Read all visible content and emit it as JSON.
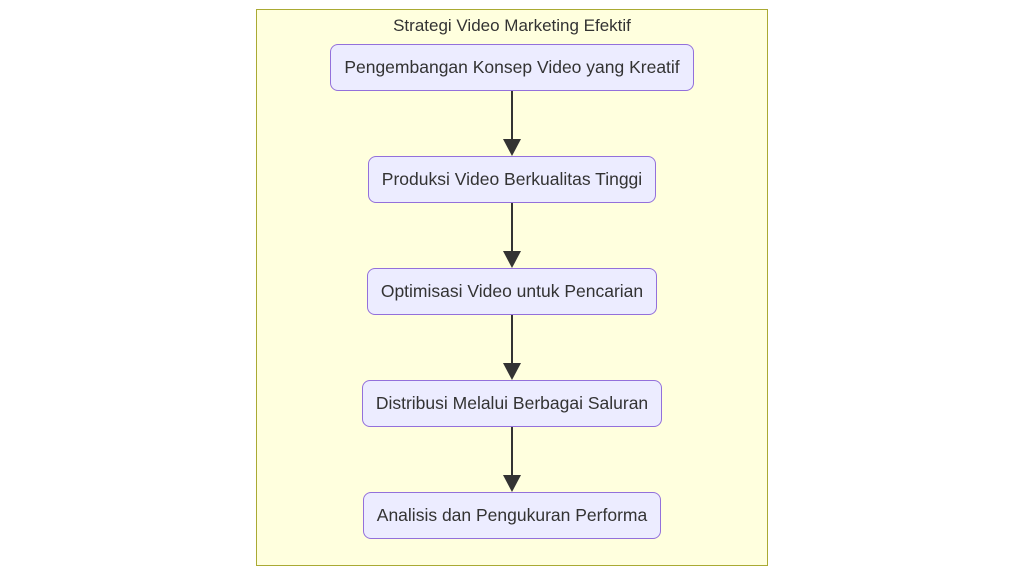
{
  "diagram": {
    "type": "flowchart-top-down",
    "title": "Strategi Video Marketing Efektif",
    "steps": [
      {
        "id": "step-1",
        "label": "Pengembangan Konsep Video yang Kreatif"
      },
      {
        "id": "step-2",
        "label": "Produksi Video Berkualitas Tinggi"
      },
      {
        "id": "step-3",
        "label": "Optimisasi Video untuk Pencarian"
      },
      {
        "id": "step-4",
        "label": "Distribusi Melalui Berbagai Saluran"
      },
      {
        "id": "step-5",
        "label": "Analisis dan Pengukuran Performa"
      }
    ],
    "connections": [
      {
        "from": "step-1",
        "to": "step-2"
      },
      {
        "from": "step-2",
        "to": "step-3"
      },
      {
        "from": "step-3",
        "to": "step-4"
      },
      {
        "from": "step-4",
        "to": "step-5"
      }
    ],
    "colors": {
      "page_background": "#ffffff",
      "container_fill": "#ffffde",
      "container_border": "#aaaa33",
      "node_fill": "#ECECFF",
      "node_border": "#9370DB",
      "text": "#333333",
      "arrow": "#333333"
    }
  }
}
